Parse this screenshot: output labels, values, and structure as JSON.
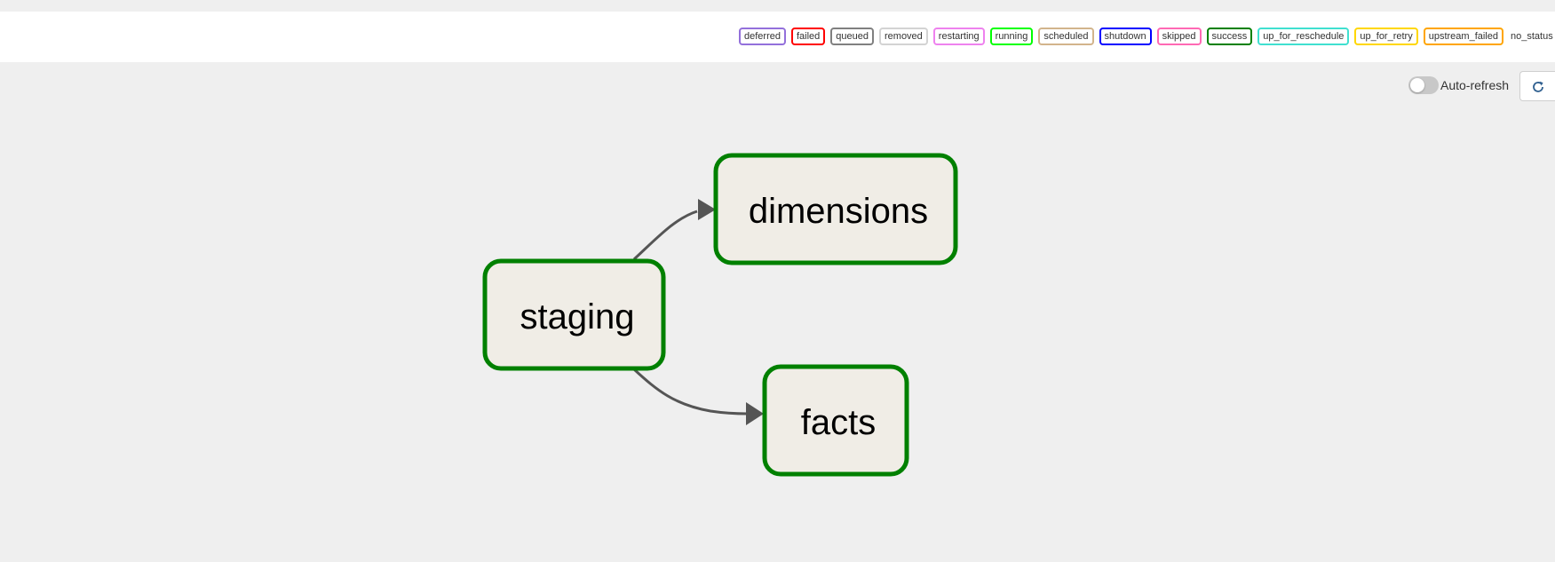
{
  "legend": {
    "states": [
      {
        "label": "deferred",
        "color": "#9370db"
      },
      {
        "label": "failed",
        "color": "#ff0000"
      },
      {
        "label": "queued",
        "color": "#808080"
      },
      {
        "label": "removed",
        "color": "#d3d3d3"
      },
      {
        "label": "restarting",
        "color": "#ee82ee"
      },
      {
        "label": "running",
        "color": "#00ff00"
      },
      {
        "label": "scheduled",
        "color": "#d2b48c"
      },
      {
        "label": "shutdown",
        "color": "#0000ff"
      },
      {
        "label": "skipped",
        "color": "#ff69b4"
      },
      {
        "label": "success",
        "color": "#008000"
      },
      {
        "label": "up_for_reschedule",
        "color": "#40e0d0"
      },
      {
        "label": "up_for_retry",
        "color": "#ffd700"
      },
      {
        "label": "upstream_failed",
        "color": "#ffa500"
      }
    ],
    "no_status_label": "no_status"
  },
  "toolbar": {
    "auto_refresh_label": "Auto-refresh",
    "auto_refresh_on": false,
    "refresh_icon": "refresh-icon"
  },
  "graph": {
    "nodes": [
      {
        "id": "staging",
        "label": "staging",
        "state": "success"
      },
      {
        "id": "dimensions",
        "label": "dimensions",
        "state": "success"
      },
      {
        "id": "facts",
        "label": "facts",
        "state": "success"
      }
    ],
    "edges": [
      {
        "from": "staging",
        "to": "dimensions"
      },
      {
        "from": "staging",
        "to": "facts"
      }
    ],
    "success_color": "#008000",
    "edge_color": "#555555"
  }
}
